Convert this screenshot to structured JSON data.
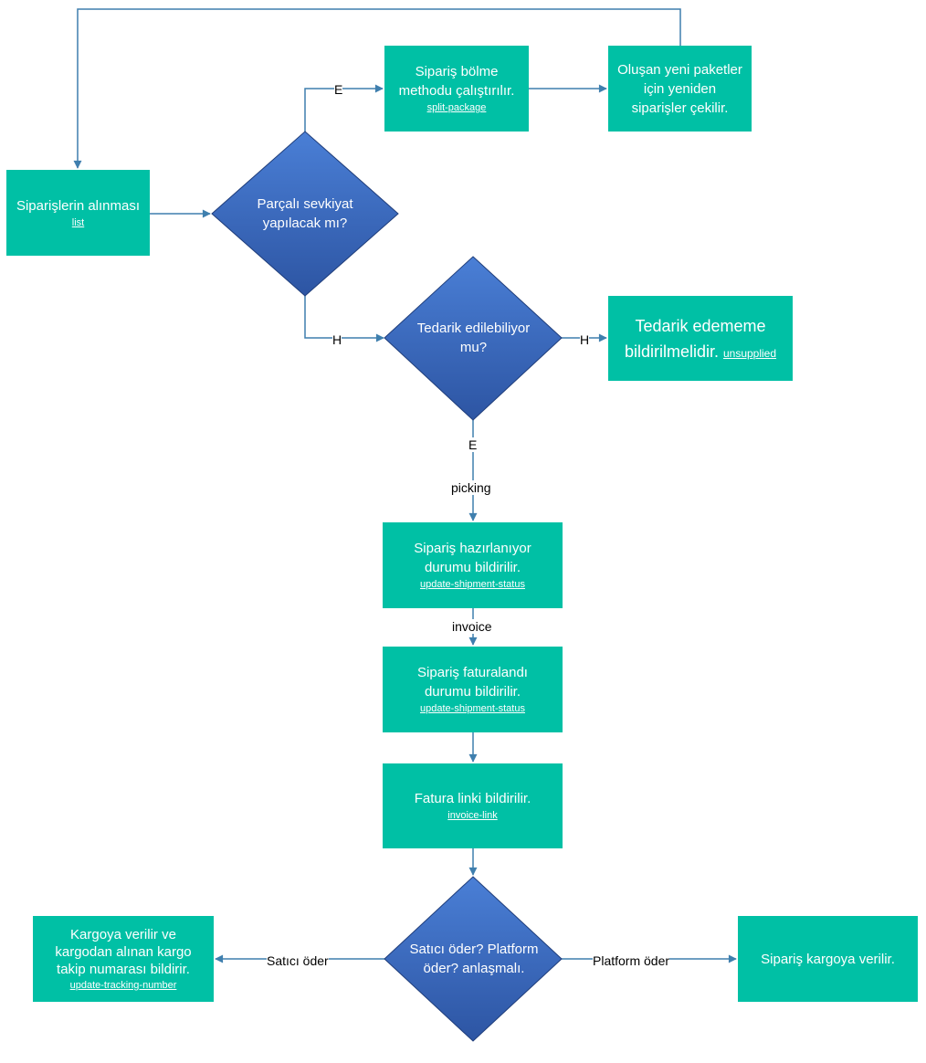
{
  "colors": {
    "box": "#00c0a5",
    "diamond": "#3a6fc9",
    "line": "#3f7fae"
  },
  "nodes": {
    "list": {
      "text": "Siparişlerin alınması",
      "link": "list"
    },
    "split_decision": {
      "text": "Parçalı sevkiyat yapılacak mı?"
    },
    "split": {
      "text": "Sipariş bölme methodu çalıştırılır.",
      "link": "split-package"
    },
    "new_packages": {
      "text": "Oluşan yeni paketler için yeniden siparişler çekilir."
    },
    "supply_decision": {
      "text": "Tedarik edilebiliyor mu?"
    },
    "unsupplied": {
      "text": "Tedarik edememe bildirilmelidir.",
      "link": "unsupplied"
    },
    "picking": {
      "text": "Sipariş hazırlanıyor durumu bildirilir.",
      "link": "update-shipment-status"
    },
    "invoiced": {
      "text": "Sipariş faturalandı durumu bildirilir.",
      "link": "update-shipment-status"
    },
    "invoice_link": {
      "text": "Fatura linki bildirilir.",
      "link": "invoice-link"
    },
    "payer_decision": {
      "text": "Satıcı öder? Platform öder? anlaşmalı."
    },
    "tracking": {
      "text": "Kargoya verilir ve kargodan alınan kargo takip numarası bildirir.",
      "link": "update-tracking-number"
    },
    "platform_ship": {
      "text": "Sipariş kargoya verilir."
    }
  },
  "edges": {
    "split_yes": "E",
    "split_no": "H",
    "supply_no": "H",
    "supply_yes": "E",
    "picking": "picking",
    "invoice": "invoice",
    "seller_pays": "Satıcı öder",
    "platform_pays": "Platform öder"
  }
}
